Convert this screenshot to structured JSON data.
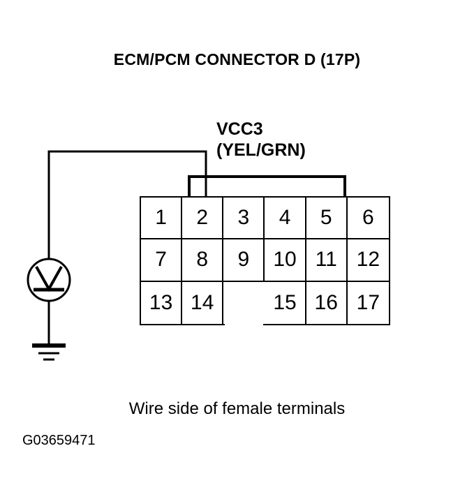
{
  "title": "ECM/PCM CONNECTOR D (17P)",
  "signal": {
    "name": "VCC3",
    "wire_color": "(YEL/GRN)"
  },
  "caption": "Wire side of female terminals",
  "figure_id": "G03659471",
  "instrument": {
    "type": "voltmeter",
    "symbol": "V"
  },
  "connector": {
    "pin_count": 17,
    "columns": 6,
    "rows": [
      {
        "cells": [
          "1",
          "2",
          "3",
          "4",
          "5",
          "6"
        ]
      },
      {
        "cells": [
          "7",
          "8",
          "9",
          "10",
          "11",
          "12"
        ]
      },
      {
        "cells": [
          "13",
          "14",
          "",
          "15",
          "16",
          "17"
        ]
      }
    ],
    "probed_pin": "2"
  },
  "colors": {
    "line": "#000000",
    "background": "#ffffff"
  }
}
